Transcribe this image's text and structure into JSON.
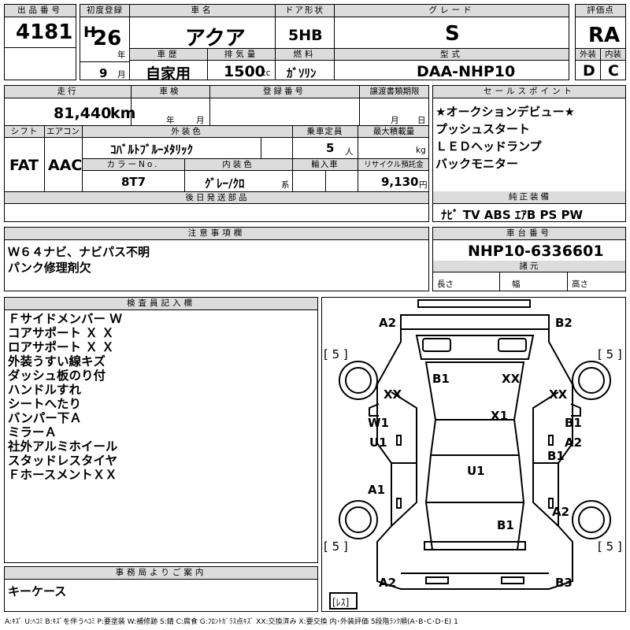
{
  "header": {
    "lot_label": "出品番号",
    "lot_value": "4181",
    "first_reg_label": "初度登録",
    "era": "H",
    "year": "26",
    "year_unit": "年",
    "month": "9",
    "month_unit": "月",
    "name_label": "車名",
    "name_value": "アクア",
    "door_label": "ドア形状",
    "door_value": "5HB",
    "grade_label": "グレード",
    "grade_value": "S",
    "score_label": "評価点",
    "score_value": "RA",
    "history_label": "車歴",
    "history_value": "自家用",
    "disp_label": "排気量",
    "disp_value": "1500",
    "disp_unit": "cc",
    "fuel_label": "燃料",
    "fuel_value": "ｶﾞｿﾘﾝ",
    "model_label": "型式",
    "model_value": "DAA-NHP10",
    "ext_label": "外装",
    "ext_value": "D",
    "int_label": "内装",
    "int_value": "C"
  },
  "details": {
    "mileage_label": "走行",
    "mileage_value": "81,440",
    "mileage_unit": "km",
    "inspection_label": "車検",
    "inspection_year": "年",
    "inspection_month": "月",
    "regno_label": "登録番号",
    "transfer_label": "譲渡書類期限",
    "transfer_month": "月",
    "transfer_day": "日",
    "shift_label": "シフト",
    "shift_value": "FAT",
    "ac_label": "エアコン",
    "ac_value": "AAC",
    "color_label": "外装色",
    "color_value": "ｺﾊﾞﾙﾄﾌﾞﾙｰﾒﾀﾘｯｸ",
    "capacity_label": "乗車定員",
    "capacity_value": "5",
    "capacity_unit": "人",
    "load_label": "最大積載量",
    "load_unit": "kg",
    "colorno_label": "カラーNo.",
    "colorno_value": "8T7",
    "interior_label": "内装色",
    "interior_value": "ｸﾞﾚｰ/ｸﾛ",
    "interior_suffix": "系",
    "import_label": "輸入車",
    "recycle_label": "リサイクル預託金",
    "recycle_value": "9,130",
    "recycle_unit": "円",
    "later_label": "後日発送部品"
  },
  "sales": {
    "label": "セールスポイント",
    "lines": [
      "★オークションデビュー★",
      "プッシュスタート",
      "ＬＥＤヘッドランプ",
      "バックモニター"
    ]
  },
  "equip": {
    "label": "純正装備",
    "value": "ﾅﾋﾞ  TV  ABS  ｴｱB  PS  PW"
  },
  "notes": {
    "label": "注意事項欄",
    "lines": [
      "Ｗ６４ナビ、ナビパス不明",
      "パンク修理剤欠"
    ]
  },
  "chassis": {
    "label": "車台番号",
    "value": "NHP10-6336601",
    "spec_label": "諸元",
    "length_label": "長さ",
    "width_label": "幅",
    "height_label": "高さ"
  },
  "inspector": {
    "label": "検査員記入欄",
    "lines": [
      "Ｆサイドメンバー Ｗ",
      "コアサポート Ｘ Ｘ",
      "ロアサポート Ｘ Ｘ",
      "外装うすい線キズ",
      "ダッシュ板のり付",
      "ハンドルすれ",
      "シートへたり",
      "バンパー下Ａ",
      "ミラーＡ",
      "社外アルミホイール",
      "スタッドレスタイヤ",
      "ＦホースメントＸＸ"
    ]
  },
  "diagram": {
    "codes": [
      "A2",
      "B2",
      "B1",
      "XX",
      "XX",
      "XX",
      "X1",
      "W1",
      "U1",
      "B1",
      "A2",
      "B1",
      "U1",
      "A1",
      "A2",
      "B1",
      "A2",
      "B3"
    ],
    "tires": [
      "[ 5 ]",
      "[ 5 ]",
      "[ 5 ]",
      "[ 5 ]"
    ],
    "spare": "[ﾚｽ]"
  },
  "office": {
    "label": "事務局よりご案内",
    "value": "キーケース"
  },
  "legend": "A:ｷｽﾞ  U:ﾍｺﾐ  B:ｷｽﾞを伴うﾍｺﾐ  P:要塗装  W:補修跡  S:錆  C:腐食  G:ﾌﾛﾝﾄｶﾞﾗｽ点ｷｽﾞ  XX:交換済み  X:要交換   内･外装評価  5段階ﾗﾝｸ順(A･B･C･D･E)  1"
}
